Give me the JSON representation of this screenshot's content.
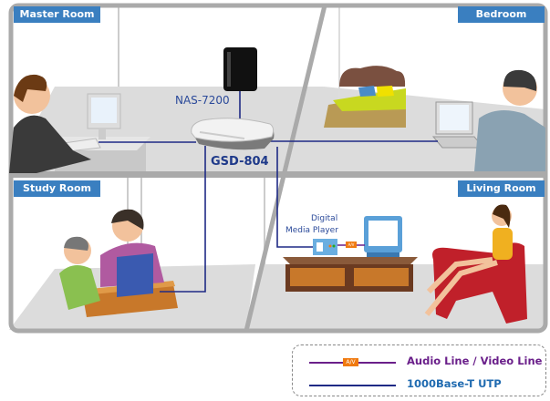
{
  "rooms": {
    "master": "Master Room",
    "bedroom": "Bedroom",
    "study": "Study Room",
    "living": "Living Room"
  },
  "devices": {
    "nas": "NAS-7200",
    "switch": "GSD-804",
    "media_player_line1": "Digital",
    "media_player_line2": "Media Player",
    "av_badge": "A/V"
  },
  "legend": {
    "av_line": "Audio Line / Video Line",
    "utp_line": "1000Base-T UTP",
    "av_badge": "A/V"
  },
  "colors": {
    "room_label_bg": "#3a7fc0",
    "utp_line": "#1f2a85",
    "av_line": "#6a1f8a",
    "av_badge": "#f07a10",
    "frame": "#aaaaaa"
  }
}
